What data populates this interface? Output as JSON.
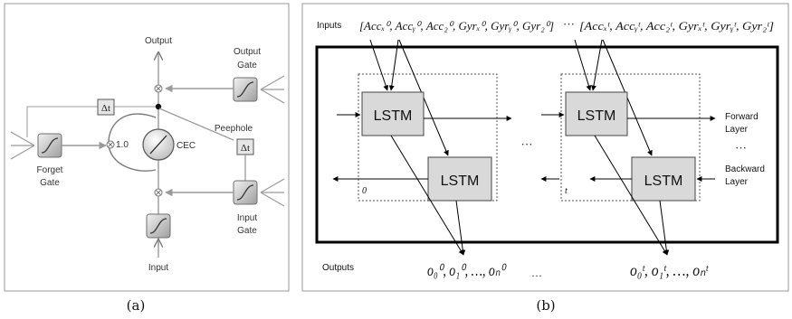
{
  "panel_a": {
    "labels": {
      "output": "Output",
      "output_gate_1": "Output",
      "output_gate_2": "Gate",
      "delta_top": "Δt",
      "peephole": "Peephole",
      "delta_right": "Δt",
      "cec": "CEC",
      "one": "1.0",
      "forget_1": "Forget",
      "forget_2": "Gate",
      "input_gate_1": "Input",
      "input_gate_2": "Gate",
      "input": "Input"
    },
    "caption": "(a)"
  },
  "panel_b": {
    "inputs_label": "Inputs",
    "inputs_vec_0": "[Accₓ⁰, Accᵧ⁰, Acc₂⁰, Gyrₓ⁰, Gyrᵧ⁰, Gyr₂⁰]",
    "inputs_ellipsis": "···",
    "inputs_vec_t": "[Accₓᵗ, Accᵧᵗ, Acc₂ᵗ, Gyrₓᵗ, Gyrᵧᵗ, Gyr₂ᵗ]",
    "lstm": "LSTM",
    "middle_dots": "···",
    "forward_1": "Forward",
    "forward_2": "Layer",
    "layer_dots": "···",
    "backward_1": "Backward",
    "backward_2": "Layer",
    "step_0": "0",
    "step_t": "t",
    "outputs_label": "Outputs",
    "outputs_0": "o₀⁰, o₁⁰, …, oₙ⁰",
    "outputs_dots": "···",
    "outputs_t": "o₀ᵗ, o₁ᵗ, …, oₙᵗ",
    "caption": "(b)"
  }
}
